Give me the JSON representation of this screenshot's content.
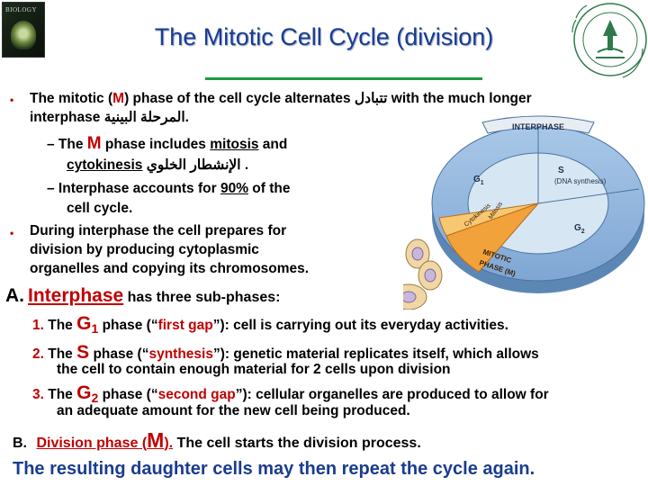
{
  "header": {
    "title": "The Mitotic Cell Cycle (division)",
    "book_title": "BIOLOGY"
  },
  "bullets": {
    "b1": {
      "part1": "The mitotic (",
      "m": "M",
      "part2": ") phase of the cell cycle alternates ",
      "arabic1": "تتبادل",
      "part3": " with the much longer",
      "line2": "interphase ",
      "arabic2": "المرحلة البينية",
      "line2_end": "."
    },
    "d1": {
      "prefix": "– The ",
      "m": "M",
      "part1": " phase includes ",
      "mitosis": "mitosis",
      "part2": " and",
      "cytokinesis": "cytokinesis",
      "arabic": "الإنشطار الخلوي",
      "end": " ."
    },
    "d2": {
      "prefix": "– Interphase accounts for ",
      "pct": "90%",
      "part1": " of the",
      "line2": "cell cycle."
    },
    "b2": {
      "line1": "During interphase the cell prepares for",
      "line2": "division by producing cytoplasmic",
      "line3": "organelles and copying its chromosomes."
    }
  },
  "section_a": {
    "label": "A.",
    "heading": "Interphase",
    "rest": " has three sub-phases:",
    "items": [
      {
        "num": "1.",
        "the": "The ",
        "phase": "G1",
        "phase_main": "G",
        "phase_sub": "1",
        "text1": " phase (“",
        "quote": "first gap",
        "text2": "”): cell is carrying out its everyday activities.",
        "line2": ""
      },
      {
        "num": "2.",
        "the": "The ",
        "phase_main": "S",
        "phase_sub": "",
        "text1": " phase (“",
        "quote": "synthesis",
        "text2": "”): genetic material replicates itself, which allows",
        "line2": "the cell to contain enough material for 2 cells upon division"
      },
      {
        "num": "3.",
        "the": "The ",
        "phase_main": "G",
        "phase_sub": "2",
        "text1": " phase (“",
        "quote": "second gap",
        "text2": "”): cellular organelles are produced to allow for",
        "line2": "an adequate amount for the new cell being produced."
      }
    ]
  },
  "section_b": {
    "label": "B.",
    "heading": "Division phase",
    "open": " (",
    "m": "M",
    "close": ").",
    "rest": " The cell starts the division process."
  },
  "footer": {
    "text": "The resulting daughter cells may then repeat the cycle again."
  },
  "diagram": {
    "interphase": "INTERPHASE",
    "g1": "G",
    "g1_sub": "1",
    "s": "S",
    "s_desc": "(DNA synthesis)",
    "g2": "G",
    "g2_sub": "2",
    "mitotic": "MITOTIC",
    "phase_m": "PHASE (M)",
    "mitosis": "Mitosis",
    "cytokinesis": "Cytokinesis"
  },
  "colors": {
    "title": "#1a3c8f",
    "accent_red": "#c00000",
    "rule_green": "#1e9a3e",
    "wheel_blue": "#8fb3dc",
    "wheel_green": "#93c08a",
    "mitotic_orange": "#f2a23a"
  }
}
